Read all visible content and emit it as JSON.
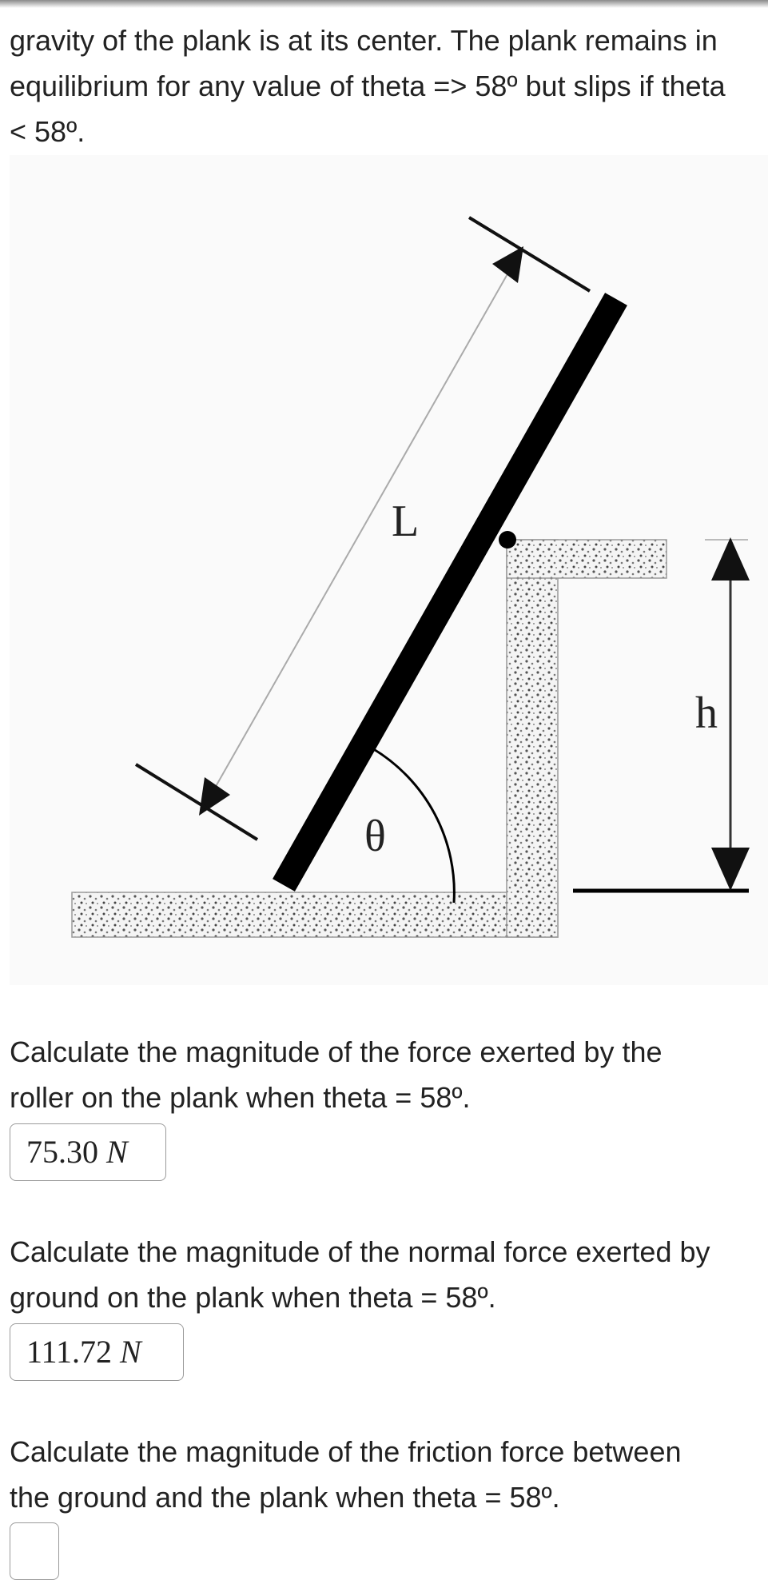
{
  "intro": {
    "line1": "gravity of the plank is at its center. The plank remains in",
    "line2": "equilibrium for any value of theta => 58º but slips if theta",
    "line3": "< 58º."
  },
  "figure": {
    "label_length": "L",
    "label_height": "h",
    "label_angle": "θ"
  },
  "questions": [
    {
      "text_line1": "Calculate the magnitude of the force exerted by the",
      "text_line2": "roller on the plank when theta = 58º.",
      "answer_value": "75.30",
      "answer_unit": "N"
    },
    {
      "text_line1": "Calculate the magnitude of the normal force exerted by",
      "text_line2": "ground on the plank when theta = 58º.",
      "answer_value": "111.72",
      "answer_unit": "N"
    },
    {
      "text_line1": "Calculate the magnitude of the friction force between",
      "text_line2": "the ground and the plank when theta = 58º.",
      "answer_value": "",
      "answer_unit": ""
    }
  ]
}
